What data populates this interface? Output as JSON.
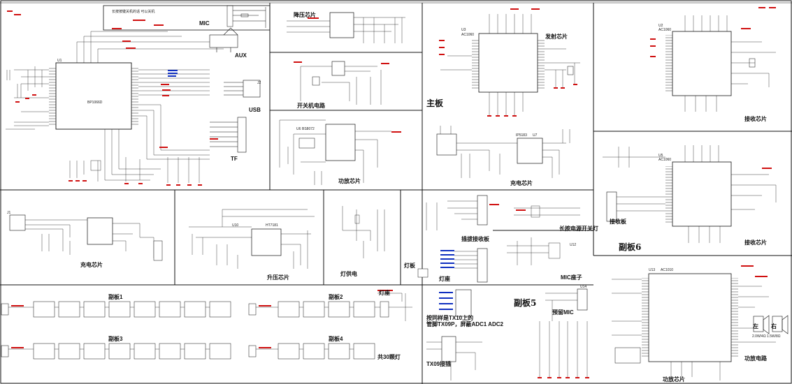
{
  "labels": {
    "mic": "MIC",
    "aux": "AUX",
    "usb": "USB",
    "tf": "TF",
    "buck_chip": "降压芯片",
    "power_circuit": "开关机电路",
    "amp_chip": "功放芯片",
    "main_board": "主板",
    "tx_chip": "发射芯片",
    "rx_chip": "接收芯片",
    "charge_chip_main": "充电芯片",
    "charge_chip_left": "充电芯片",
    "boost_chip": "升压芯片",
    "lamp_power": "灯供电",
    "mic_socket": "MIC座子",
    "power_key": "长按电源开关灯",
    "rx_board": "接收板",
    "mic_board": "插拔接收板",
    "lamp_board": "灯板",
    "lamp_seat": "灯座",
    "sub6": "副板6",
    "sub5": "副板5",
    "sub1": "副板1",
    "sub2": "副板2",
    "sub3": "副板3",
    "sub4": "副板4",
    "led30": "共30颗灯",
    "preset_mic": "预留MIC",
    "note_1": "按同样是TX10上的",
    "note_2": "管脚TX09P，屏蔽ADC1 ADC2",
    "tx09": "TX09接插",
    "left_label": "左",
    "right_label": "右",
    "speaker_note": "2.0W/4Ω 1.5W/8Ω",
    "audio_circuit": "功放电路",
    "amp_chip2": "功放芯片",
    "top_note": "长按按键关机的话 可以关机"
  },
  "chips": {
    "u1": "U1",
    "u1_part": "BP1066D",
    "u3": "U3",
    "u3_part": "AC1060",
    "u2": "U2",
    "u2_part": "AC1060",
    "u5": "U5",
    "u5_part": "AC1060",
    "u6": "U6",
    "u6_part": "BS8072",
    "u7": "U7",
    "u7_part": "IP5183",
    "u10": "U10",
    "u10_part": "HT7181",
    "u12": "U12",
    "u13": "U13",
    "u13_part": "AC1010",
    "u14": "U14",
    "j2": "J2",
    "j1": "J1"
  }
}
